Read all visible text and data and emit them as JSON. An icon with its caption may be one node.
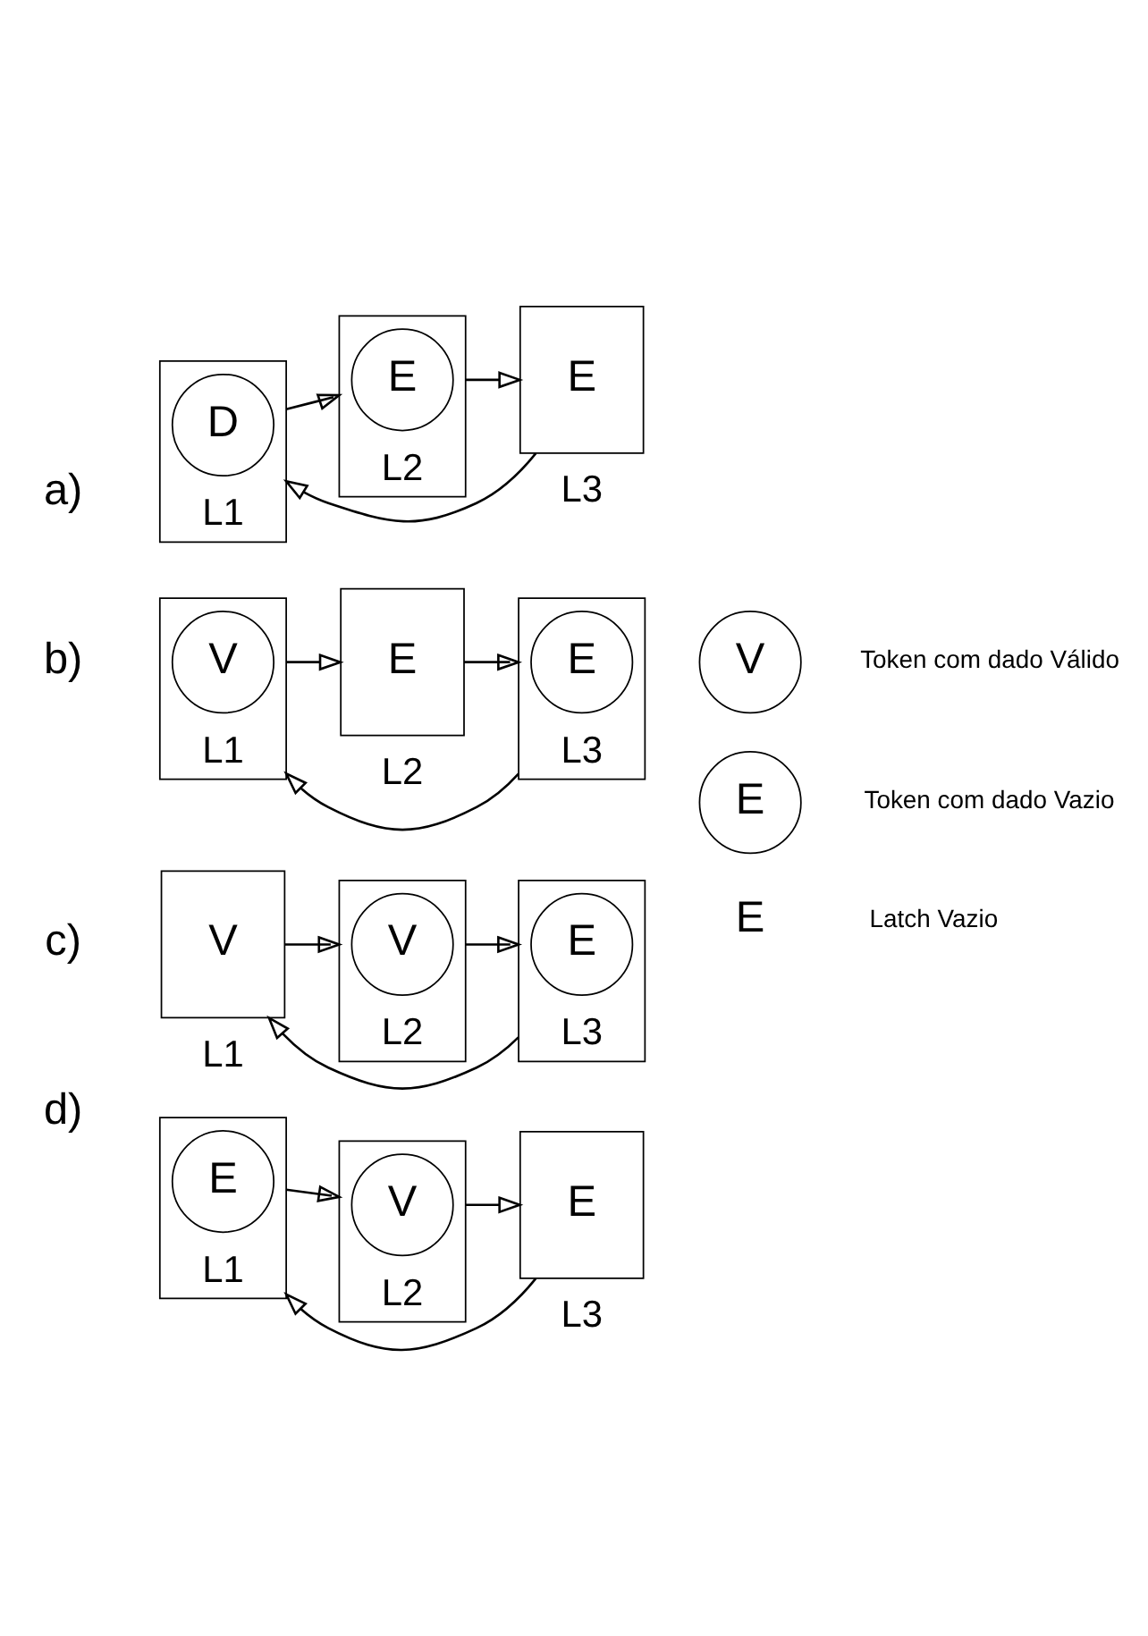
{
  "diagram": {
    "nodes": [
      {
        "text": [],
        "shape": "box",
        "beside": [
          "L1"
        ]
      },
      {
        "text": [
          "D"
        ],
        "in": 0
      },
      {
        "text": [],
        "shape": "box",
        "beside": [
          "L2"
        ]
      },
      {
        "text": [
          "E"
        ],
        "in": 2
      },
      {
        "text": [
          "E"
        ],
        "beside": [
          "L3"
        ]
      },
      {
        "text": [],
        "shape": "box",
        "beside": [
          "L1"
        ]
      },
      {
        "text": [
          "V"
        ],
        "in": 5
      },
      {
        "text": [
          "E"
        ],
        "beside": [
          "L2"
        ]
      },
      {
        "text": [],
        "shape": "box",
        "beside": [
          "L3"
        ]
      },
      {
        "text": [
          "E"
        ],
        "in": 8
      },
      {
        "text": [
          "V"
        ],
        "beside": [
          "L1"
        ]
      },
      {
        "text": [],
        "shape": "box",
        "beside": [
          "L2"
        ]
      },
      {
        "text": [
          "V"
        ],
        "in": 11
      },
      {
        "text": [],
        "shape": "box",
        "beside": [
          "L3"
        ]
      },
      {
        "text": [
          "E"
        ],
        "in": 13
      },
      {
        "text": [],
        "shape": "box",
        "beside": [
          "L1"
        ]
      },
      {
        "text": [
          "E"
        ],
        "in": 15
      },
      {
        "text": [],
        "shape": "box",
        "beside": [
          "L2"
        ]
      },
      {
        "text": [
          "V"
        ],
        "in": 17
      },
      {
        "text": [
          "E"
        ],
        "beside": [
          "L3"
        ]
      },
      {
        "text": [
          "V"
        ],
        "beside": [
          "Token com dado Válido"
        ]
      },
      {
        "text": [
          "E"
        ],
        "beside": [
          "Token com dado Vazio"
        ]
      },
      {
        "text": [
          "E"
        ],
        "beside": [
          "Latch Vazio"
        ]
      }
    ],
    "edges": [
      {
        "from": 0,
        "to": 2,
        "arrow": "to"
      },
      {
        "from": 2,
        "to": 4,
        "arrow": "to"
      },
      {
        "from": 4,
        "to": 0,
        "arrow": "to"
      },
      {
        "from": 5,
        "to": 7,
        "arrow": "to"
      },
      {
        "from": 7,
        "to": 8,
        "arrow": "to"
      },
      {
        "from": 8,
        "to": 5,
        "arrow": "to"
      },
      {
        "from": 10,
        "to": 11,
        "arrow": "to"
      },
      {
        "from": 11,
        "to": 13,
        "arrow": "to"
      },
      {
        "from": 13,
        "to": 10,
        "arrow": "to"
      },
      {
        "from": 15,
        "to": 17,
        "arrow": "to"
      },
      {
        "from": 17,
        "to": 19,
        "arrow": "to"
      },
      {
        "from": 19,
        "to": 15,
        "arrow": "to"
      }
    ],
    "labels": [
      "a)",
      "b)",
      "c)",
      "d)"
    ]
  }
}
